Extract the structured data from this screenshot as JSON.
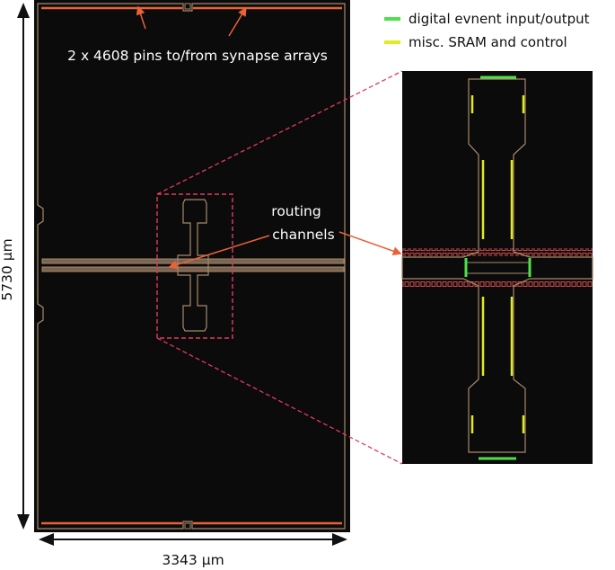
{
  "legend": {
    "items": [
      {
        "label": "digital evnent input/output",
        "color": "#4fe04a"
      },
      {
        "label": "misc. SRAM and control",
        "color": "#e0ec1e"
      }
    ]
  },
  "annotations": {
    "pins": "2 x 4608 pins to/from synapse arrays",
    "routing_line1": "routing",
    "routing_line2": "channels"
  },
  "dimensions": {
    "height": "5730 µm",
    "width": "3343 µm"
  },
  "colors": {
    "die_background": "#0b0b0b",
    "routing": "#a78a6c",
    "arrow_orange": "#e8633a",
    "pin_rows": "#e8633a",
    "pad_rings": "#d24b4b",
    "zoom_box": "#e23b5c",
    "digital_io": "#4fe04a",
    "sram_control": "#e0ec1e"
  }
}
